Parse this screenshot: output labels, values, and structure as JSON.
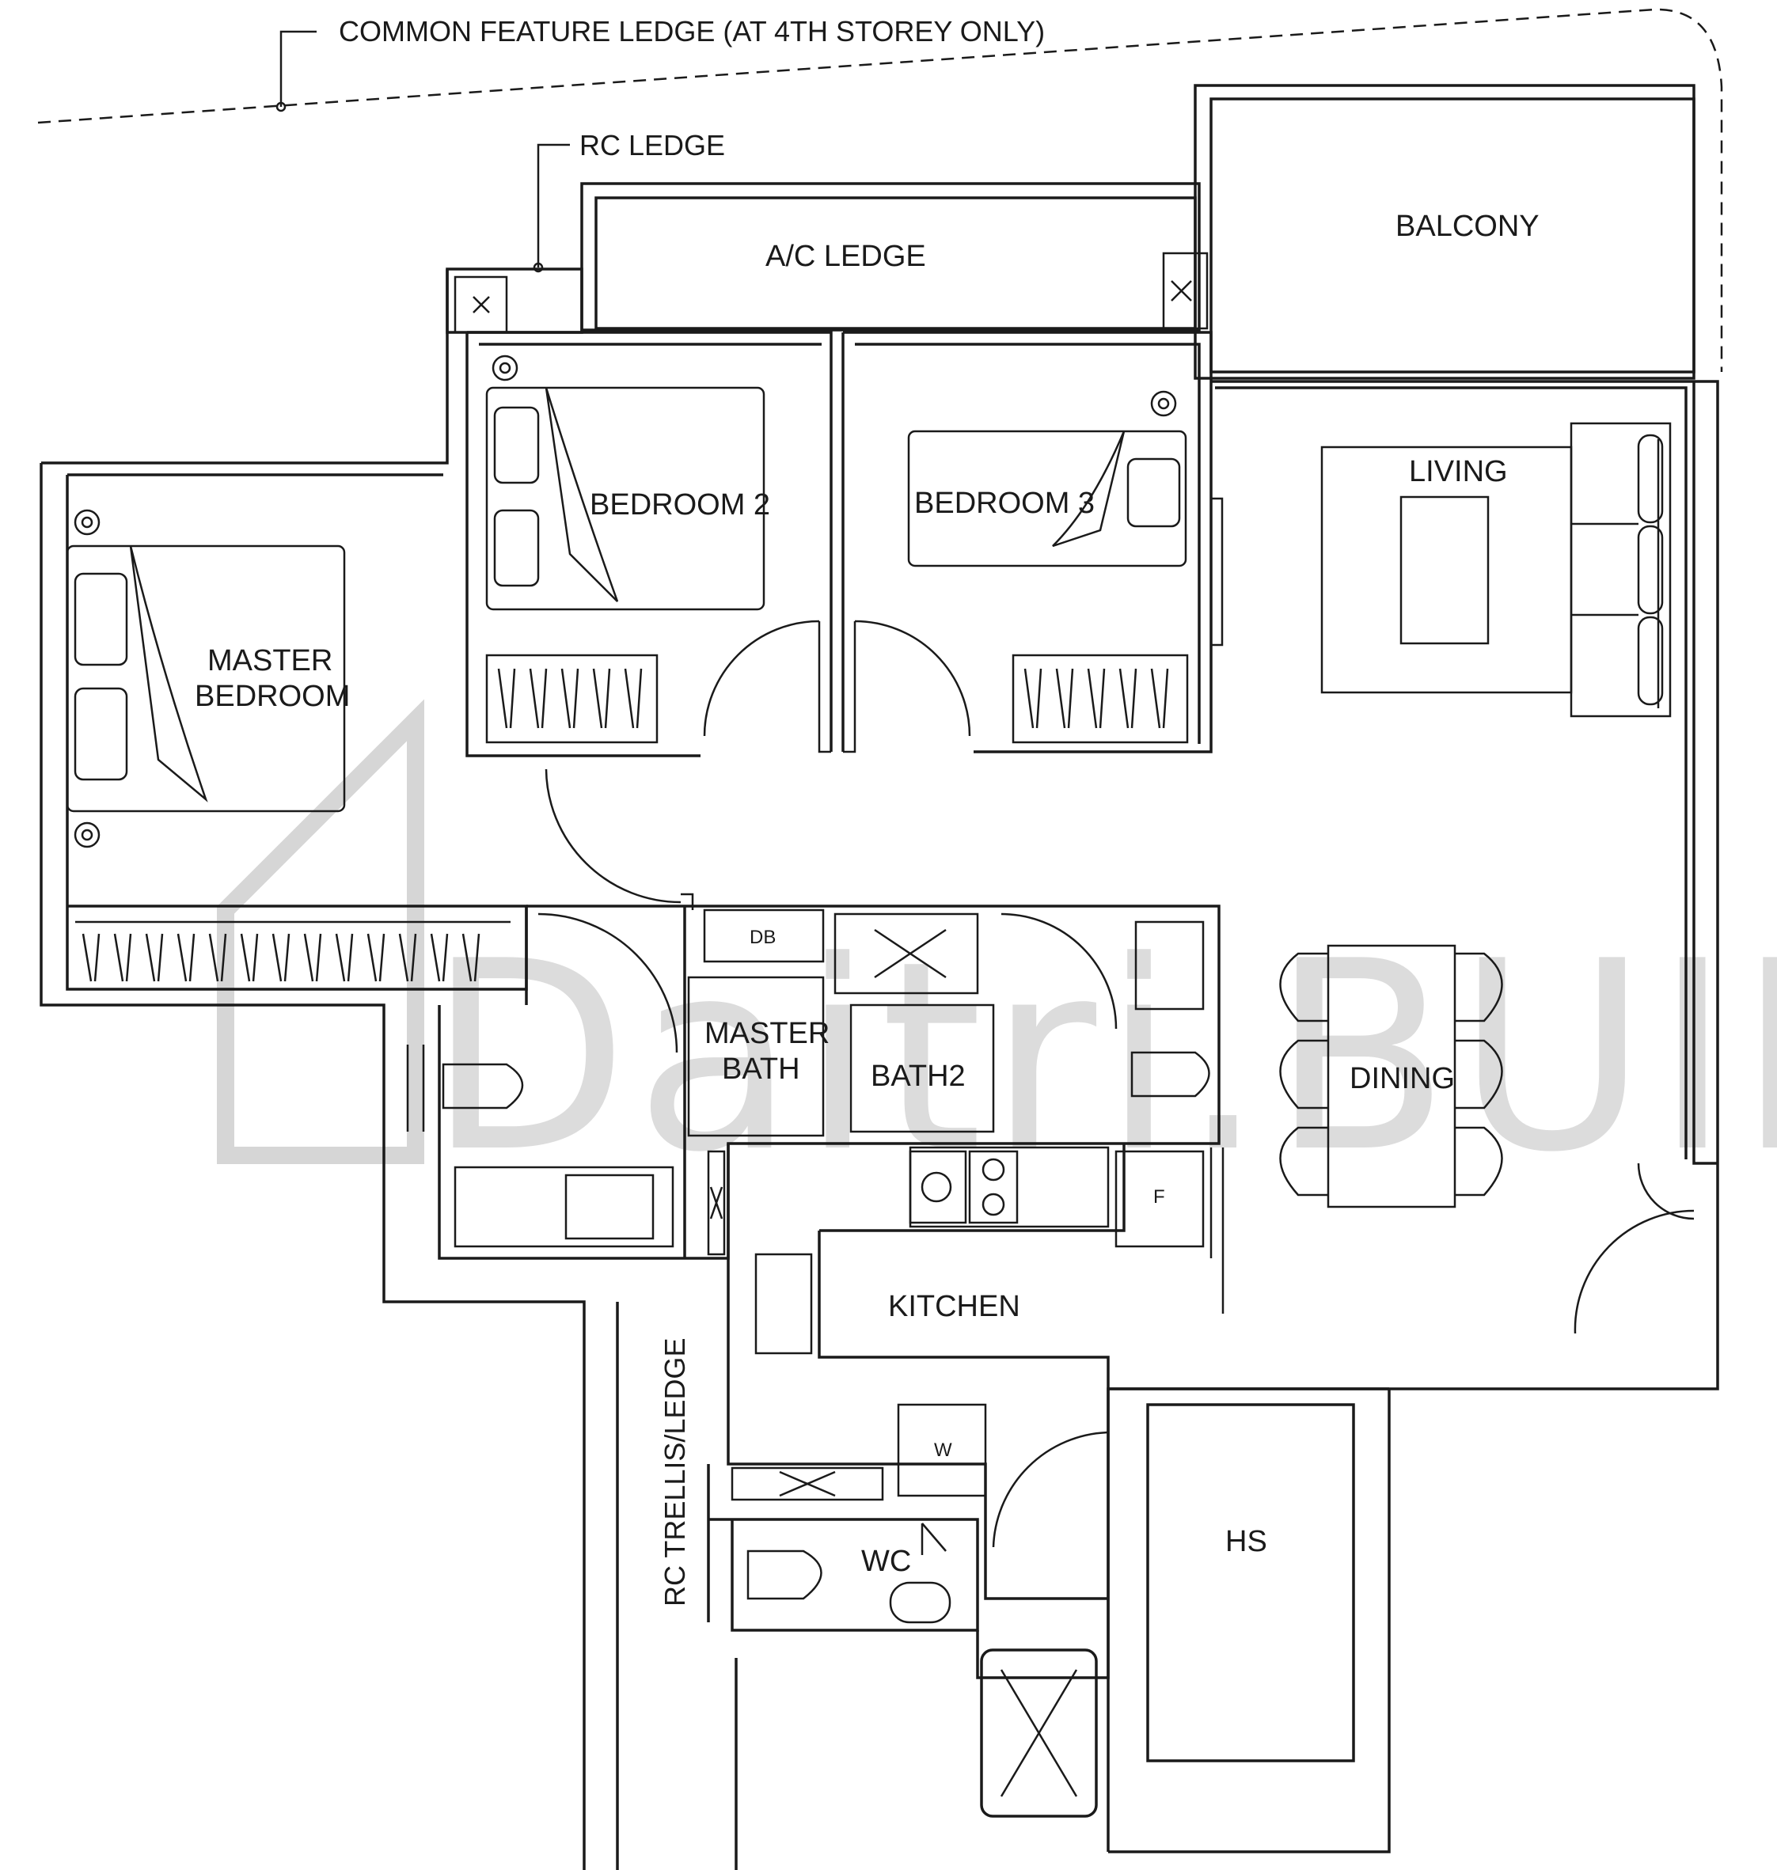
{
  "annotations": {
    "common_feature_ledge": "COMMON FEATURE LEDGE (AT 4TH STOREY ONLY)",
    "rc_ledge": "RC LEDGE",
    "rc_trellis_ledge": "RC TRELLIS/LEDGE"
  },
  "rooms": {
    "ac_ledge": "A/C LEDGE",
    "balcony": "BALCONY",
    "bedroom2": "BEDROOM 2",
    "bedroom3": "BEDROOM 3",
    "living": "LIVING",
    "master_bedroom_line1": "MASTER",
    "master_bedroom_line2": "BEDROOM",
    "master_bath_line1": "MASTER",
    "master_bath_line2": "BATH",
    "bath2": "BATH2",
    "dining": "DINING",
    "kitchen": "KITCHEN",
    "wc": "WC",
    "hs": "HS"
  },
  "fixtures": {
    "db": "DB",
    "fridge": "F",
    "washer": "W"
  },
  "watermark": "Daitri.BUILD"
}
